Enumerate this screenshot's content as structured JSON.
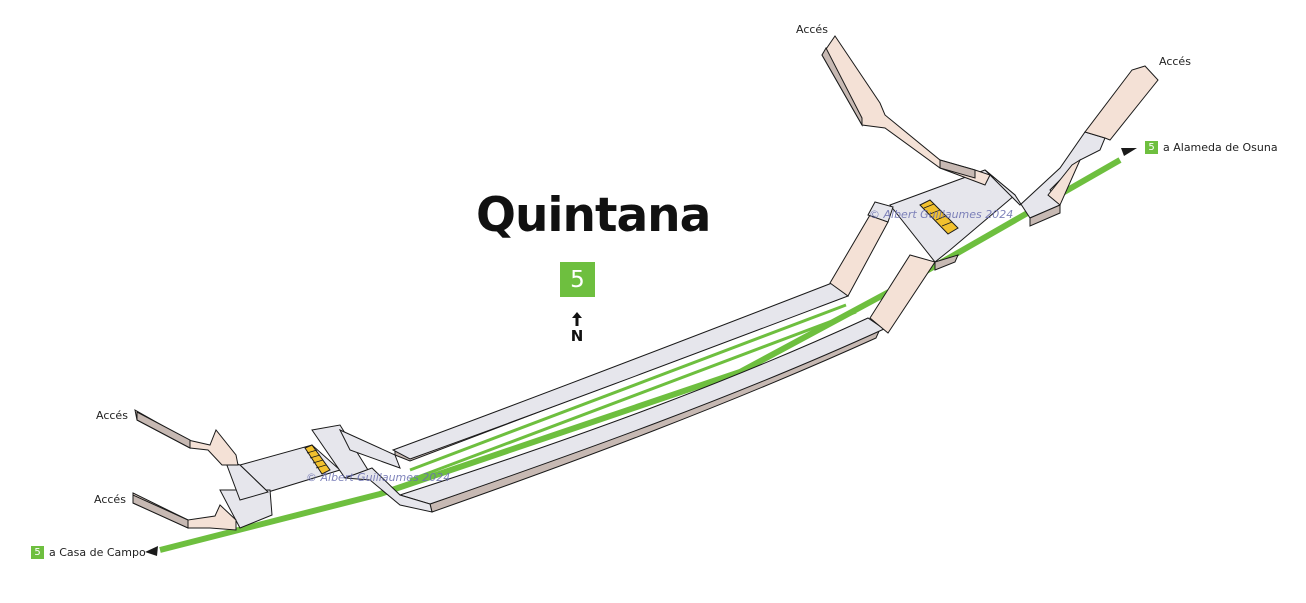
{
  "station": {
    "name": "Quintana",
    "line_number": "5",
    "north_label": "N"
  },
  "accesses": [
    {
      "label": "Accés"
    },
    {
      "label": "Accés"
    },
    {
      "label": "Accés"
    },
    {
      "label": "Accés"
    }
  ],
  "directions": {
    "east": {
      "line": "5",
      "label": "a Alameda de Osuna"
    },
    "west": {
      "line": "5",
      "label": "a Casa de Campo"
    }
  },
  "credits": [
    "© Albert Guillaumes 2024",
    "© Albert Guillaumes 2024"
  ],
  "colors": {
    "line5": "#6ebf3f",
    "corridor_top": "#e6e6ec",
    "corridor_side": "#c7b9b3",
    "stair_top": "#f4e1d6",
    "escalator": "#f2c12e",
    "outline": "#1a1a1a"
  }
}
